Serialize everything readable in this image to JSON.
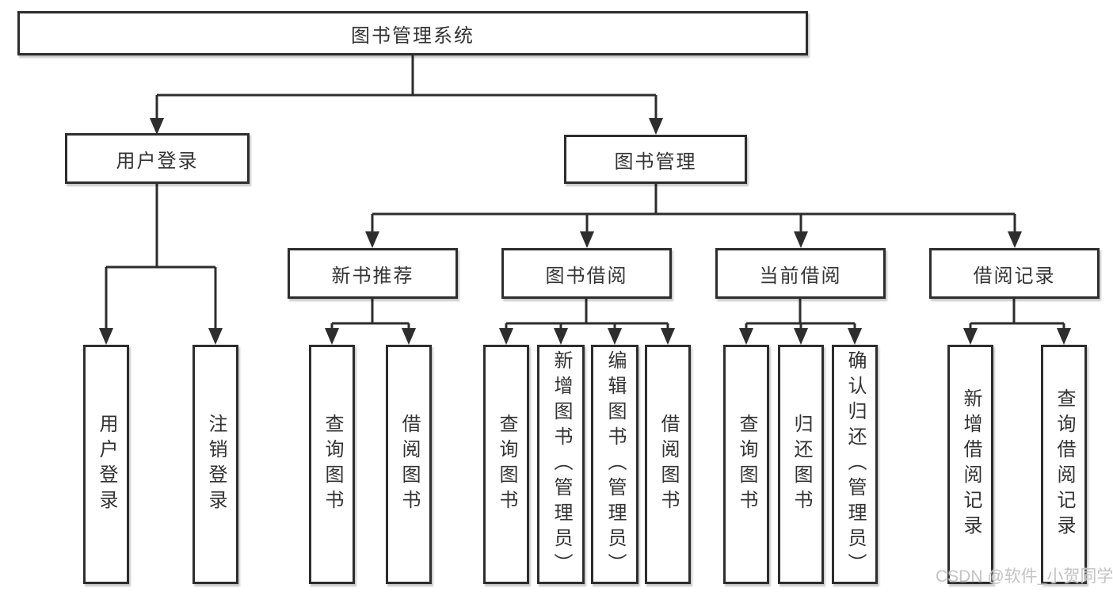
{
  "diagram": {
    "root": "图书管理系统",
    "children": [
      {
        "label": "用户登录",
        "children": [
          {
            "label": "用户登录"
          },
          {
            "label": "注销登录"
          }
        ]
      },
      {
        "label": "图书管理",
        "children": [
          {
            "label": "新书推荐",
            "children": [
              {
                "label": "查询图书"
              },
              {
                "label": "借阅图书"
              }
            ]
          },
          {
            "label": "图书借阅",
            "children": [
              {
                "label": "查询图书"
              },
              {
                "label": "新增图书（管理员）"
              },
              {
                "label": "编辑图书（管理员）"
              },
              {
                "label": "借阅图书"
              }
            ]
          },
          {
            "label": "当前借阅",
            "children": [
              {
                "label": "查询图书"
              },
              {
                "label": "归还图书"
              },
              {
                "label": "确认归还（管理员）"
              }
            ]
          },
          {
            "label": "借阅记录",
            "children": [
              {
                "label": "新增借阅记录"
              },
              {
                "label": "查询借阅记录"
              }
            ]
          }
        ]
      }
    ]
  },
  "watermark": "CSDN @软件_小贺同学",
  "colors": {
    "line": "#2d2d2d",
    "box_border": "#2d2d2d",
    "text": "#333333",
    "background": "#ffffff",
    "watermark": "#c4c4c4"
  }
}
